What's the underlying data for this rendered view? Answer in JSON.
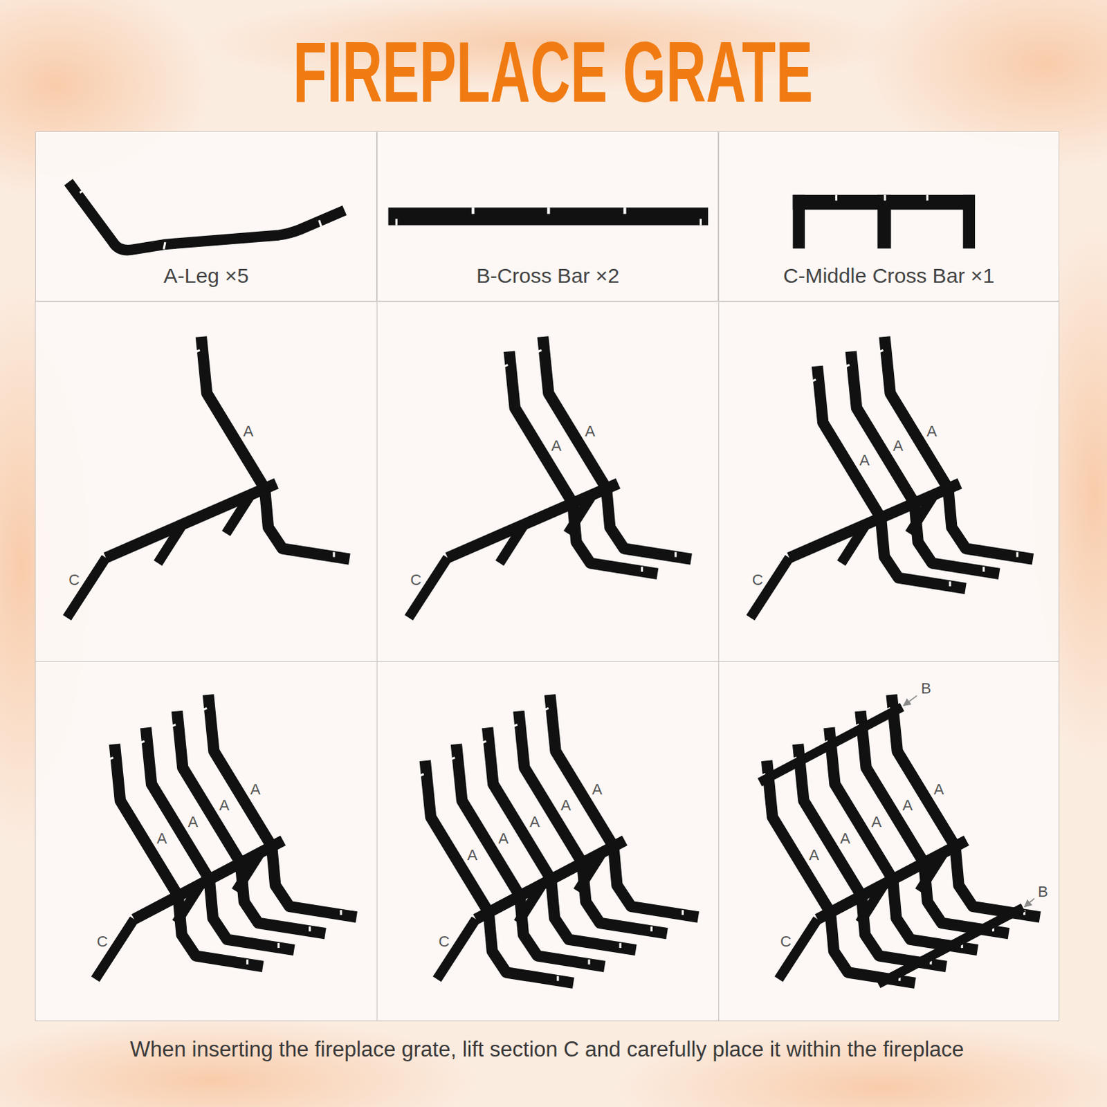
{
  "diagram": {
    "title": "FIREPLACE GRATE",
    "caption": "When inserting the fireplace grate, lift section C and carefully place it within the fireplace",
    "nodes": [
      {
        "text": [
          "A-Leg ×5"
        ]
      },
      {
        "text": [
          "B-Cross Bar ×2"
        ]
      },
      {
        "text": [
          "C-Middle Cross Bar ×1"
        ]
      }
    ],
    "labels": [
      "A",
      "C",
      "A",
      "A",
      "C",
      "A",
      "A",
      "A",
      "C",
      "A",
      "A",
      "A",
      "A",
      "C",
      "A",
      "A",
      "A",
      "A",
      "A",
      "C",
      "B",
      "A",
      "A",
      "A",
      "A",
      "A",
      "C",
      "B"
    ]
  }
}
